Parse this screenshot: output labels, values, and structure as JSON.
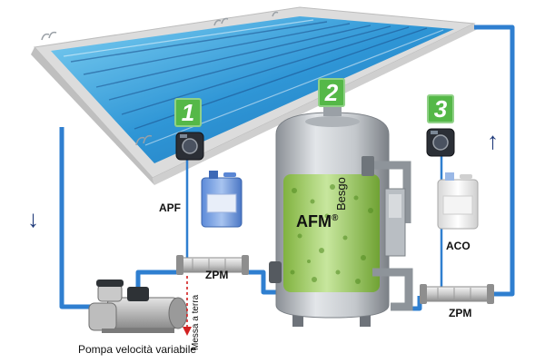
{
  "steps": [
    {
      "number": "1"
    },
    {
      "number": "2"
    },
    {
      "number": "3"
    }
  ],
  "labels": {
    "apf": "APF",
    "aco": "ACO",
    "zpm_left": "ZPM",
    "zpm_right": "ZPM",
    "afm": "AFM",
    "afm_reg": "®",
    "besgo": "Besgo",
    "ground": "Messa a terra",
    "pump": "Pompa velocità variabile"
  },
  "flow": {
    "down_arrow": "↓",
    "up_arrow": "↑"
  },
  "colors": {
    "pipe": "#2f7fd0",
    "badge_green": "#55b848",
    "arrow_navy": "#1f3a7a",
    "ground_wire": "#d22020",
    "water": "#2f96d6"
  }
}
